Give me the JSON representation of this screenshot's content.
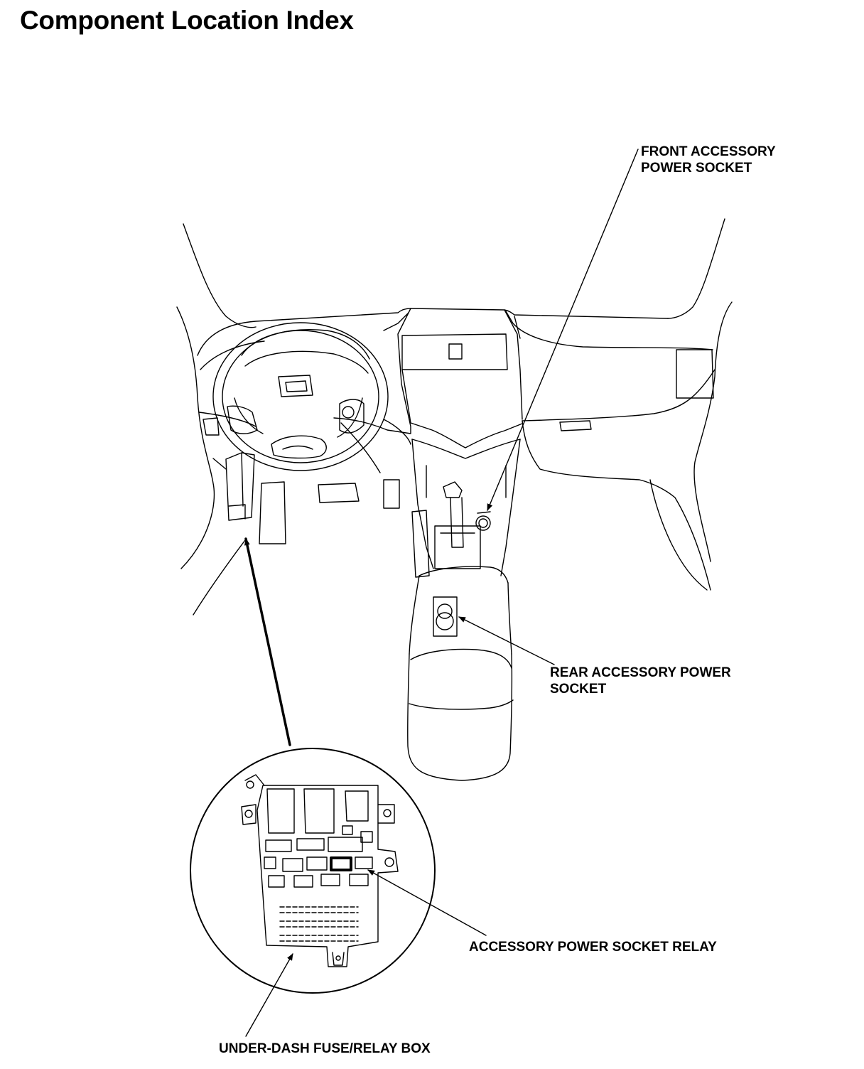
{
  "title": "Component Location Index",
  "labels": {
    "front_socket": [
      "FRONT ACCESSORY",
      "POWER SOCKET"
    ],
    "rear_socket": [
      "REAR ACCESSORY POWER",
      "SOCKET"
    ],
    "relay": [
      "ACCESSORY POWER SOCKET RELAY"
    ],
    "fuse_box": [
      "UNDER-DASH FUSE/RELAY BOX"
    ]
  },
  "colors": {
    "ink": "#000000",
    "paper": "#ffffff"
  }
}
